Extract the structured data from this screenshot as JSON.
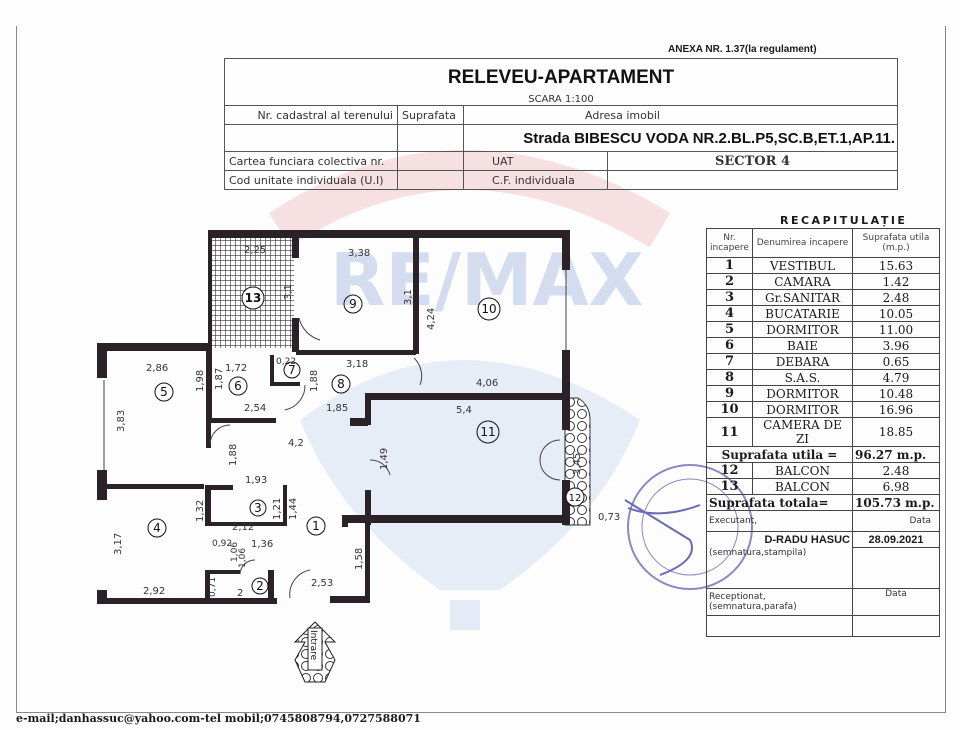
{
  "annex": "ANEXA NR. 1.37(la regulament)",
  "header": {
    "title": "RELEVEU-APARTAMENT",
    "scale": "SCARA 1:100",
    "cadastral_label": "Nr. cadastral al terenului",
    "surface_label": "Suprafata",
    "address_label": "Adresa imobil",
    "address": "Strada BIBESCU VODA NR.2.BL.P5,SC.B,ET.1,AP.11.",
    "cf_collective_label": "Cartea funciara colectiva nr.",
    "uat_label": "UAT",
    "uat_value": "SECTOR 4",
    "ui_code_label": "Cod unitate individuala (U.I)",
    "cf_individual_label": "C.F. individuala"
  },
  "recap": {
    "title": "RECAPITULAȚIE",
    "columns": [
      "Nr. incapere",
      "Denumirea incapere",
      "Suprafata utila (m.p.)"
    ],
    "rows": [
      {
        "nr": "1",
        "name": "VESTIBUL",
        "area": "15.63"
      },
      {
        "nr": "2",
        "name": "CAMARA",
        "area": "1.42"
      },
      {
        "nr": "3",
        "name": "Gr.SANITAR",
        "area": "2.48"
      },
      {
        "nr": "4",
        "name": "BUCATARIE",
        "area": "10.05"
      },
      {
        "nr": "5",
        "name": "DORMITOR",
        "area": "11.00"
      },
      {
        "nr": "6",
        "name": "BAIE",
        "area": "3.96"
      },
      {
        "nr": "7",
        "name": "DEBARA",
        "area": "0.65"
      },
      {
        "nr": "8",
        "name": "S.A.S.",
        "area": "4.79"
      },
      {
        "nr": "9",
        "name": "DORMITOR",
        "area": "10.48"
      },
      {
        "nr": "10",
        "name": "DORMITOR",
        "area": "16.96"
      },
      {
        "nr": "11",
        "name": "CAMERA DE ZI",
        "area": "18.85"
      }
    ],
    "useful_label": "Suprafata utila =",
    "useful_value": "96.27 m.p.",
    "balconies": [
      {
        "nr": "12",
        "name": "BALCON",
        "area": "2.48"
      },
      {
        "nr": "13",
        "name": "BALCON",
        "area": "6.98"
      }
    ],
    "total_label": "Suprafata totala=",
    "total_value": "105.73 m.p.",
    "executant_label": "Executant,",
    "date_label": "Data",
    "executant_name": "D-RADU HASUC",
    "executant_date": "28.09.2021",
    "executant_sign": "(semnatura,stampila)",
    "receptionat_label": "Receptionat,",
    "receptionat_sign": "(semnatura,parafa)",
    "receptionat_date_label": "Data"
  },
  "plan": {
    "rooms": [
      "1",
      "2",
      "3",
      "4",
      "5",
      "6",
      "7",
      "8",
      "9",
      "10",
      "11",
      "12",
      "13"
    ],
    "dims": [
      "2,25",
      "3,38",
      "3,1",
      "3,1",
      "4,24",
      "2,86",
      "1,72",
      "0,22",
      "3,18",
      "1,98",
      "1,87",
      "1,88",
      "3,83",
      "2,54",
      "1,85",
      "4,06",
      "5,4",
      "4,2",
      "1,88",
      "1,93",
      "1,49",
      "3,45",
      "1,32",
      "1,21",
      "1,44",
      "2,12",
      "1,36",
      "0,92",
      "1,06",
      "1,06",
      "3,17",
      "1,58",
      "2,92",
      "2,53",
      "2",
      "0,71",
      "0,73"
    ],
    "entrance": "Intrare",
    "wall_color": "#2a2226"
  },
  "watermark": {
    "text": "RE/MAX",
    "color": "#b9c9e6",
    "accent": "#e7b2b6"
  },
  "footer": "e-mail;danhassuc@yahoo.com-tel mobil;0745808794,0727588071"
}
